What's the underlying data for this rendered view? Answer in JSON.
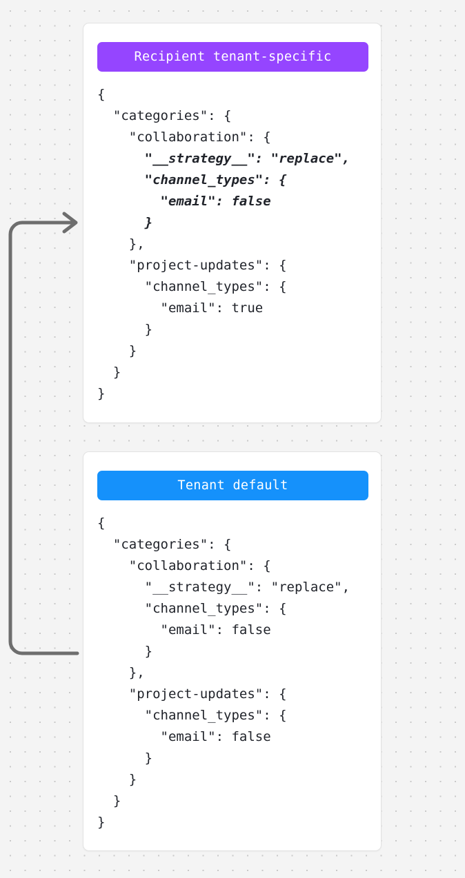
{
  "canvas": {
    "background_color": "#f4f4f4",
    "dot_color": "#c9c9c9"
  },
  "connector": {
    "name": "merge-arrow",
    "color": "#6e6e6e",
    "direction": "bottom-left-to-top-right",
    "from_card": "Tenant default",
    "to_card": "Recipient tenant-specific"
  },
  "cards": [
    {
      "id": "recipient",
      "badge_label": "Recipient tenant-specific",
      "badge_color": "#9545ff",
      "code_lines": [
        {
          "text": "{",
          "highlight": false
        },
        {
          "text": "  \"categories\": {",
          "highlight": false
        },
        {
          "text": "    \"collaboration\": {",
          "highlight": false
        },
        {
          "text": "      \"__strategy__\": \"replace\",",
          "highlight": true
        },
        {
          "text": "      \"channel_types\": {",
          "highlight": true
        },
        {
          "text": "        \"email\": false",
          "highlight": true
        },
        {
          "text": "      }",
          "highlight": true
        },
        {
          "text": "    },",
          "highlight": false
        },
        {
          "text": "    \"project-updates\": {",
          "highlight": false
        },
        {
          "text": "      \"channel_types\": {",
          "highlight": false
        },
        {
          "text": "        \"email\": true",
          "highlight": false
        },
        {
          "text": "      }",
          "highlight": false
        },
        {
          "text": "    }",
          "highlight": false
        },
        {
          "text": "  }",
          "highlight": false
        },
        {
          "text": "}",
          "highlight": false
        }
      ]
    },
    {
      "id": "tenant",
      "badge_label": "Tenant default",
      "badge_color": "#1591fb",
      "code_lines": [
        {
          "text": "{",
          "highlight": false
        },
        {
          "text": "  \"categories\": {",
          "highlight": false
        },
        {
          "text": "    \"collaboration\": {",
          "highlight": false
        },
        {
          "text": "      \"__strategy__\": \"replace\",",
          "highlight": false
        },
        {
          "text": "      \"channel_types\": {",
          "highlight": false
        },
        {
          "text": "        \"email\": false",
          "highlight": false
        },
        {
          "text": "      }",
          "highlight": false
        },
        {
          "text": "    },",
          "highlight": false
        },
        {
          "text": "    \"project-updates\": {",
          "highlight": false
        },
        {
          "text": "      \"channel_types\": {",
          "highlight": false
        },
        {
          "text": "        \"email\": false",
          "highlight": false
        },
        {
          "text": "      }",
          "highlight": false
        },
        {
          "text": "    }",
          "highlight": false
        },
        {
          "text": "  }",
          "highlight": false
        },
        {
          "text": "}",
          "highlight": false
        }
      ]
    }
  ]
}
